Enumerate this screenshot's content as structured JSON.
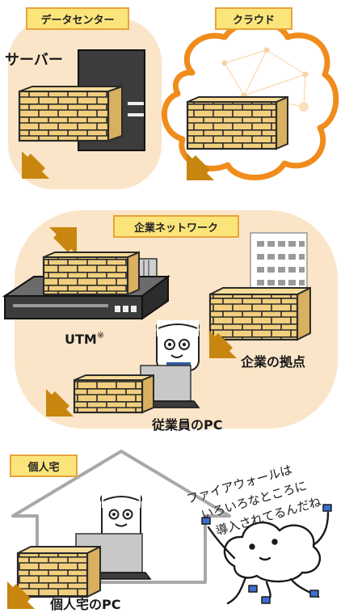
{
  "tags": {
    "datacenter": "データセンター",
    "cloud": "クラウド",
    "corporate": "企業ネットワーク",
    "home": "個人宅"
  },
  "labels": {
    "server": "サーバー",
    "utm": "UTM",
    "utm_mark": "※",
    "branch": "企業の拠点",
    "employee_pc": "従業員のPC",
    "home_pc": "個人宅のPC"
  },
  "speech": {
    "line1": "ファイアウォールは",
    "line2": "いろいろなところに",
    "line3": "導入されてるんだね"
  },
  "colors": {
    "panel": "#fbe5c8",
    "tag_fill": "#fbe57a",
    "tag_border": "#e8a33a",
    "brick": "#f1cf7e",
    "brick_mortar": "#2a2a2a",
    "arrow": "#c8860f",
    "cloud_outline": "#f08c1c",
    "house_outline": "#a8a8a8",
    "device_dark": "#3c3c3c"
  },
  "icons": [
    "firewall-brick-wall-icon",
    "arrow-icon",
    "server-icon",
    "cloud-icon",
    "building-icon",
    "laptop-icon",
    "bear-character-icon",
    "house-icon",
    "mascot-icon"
  ]
}
